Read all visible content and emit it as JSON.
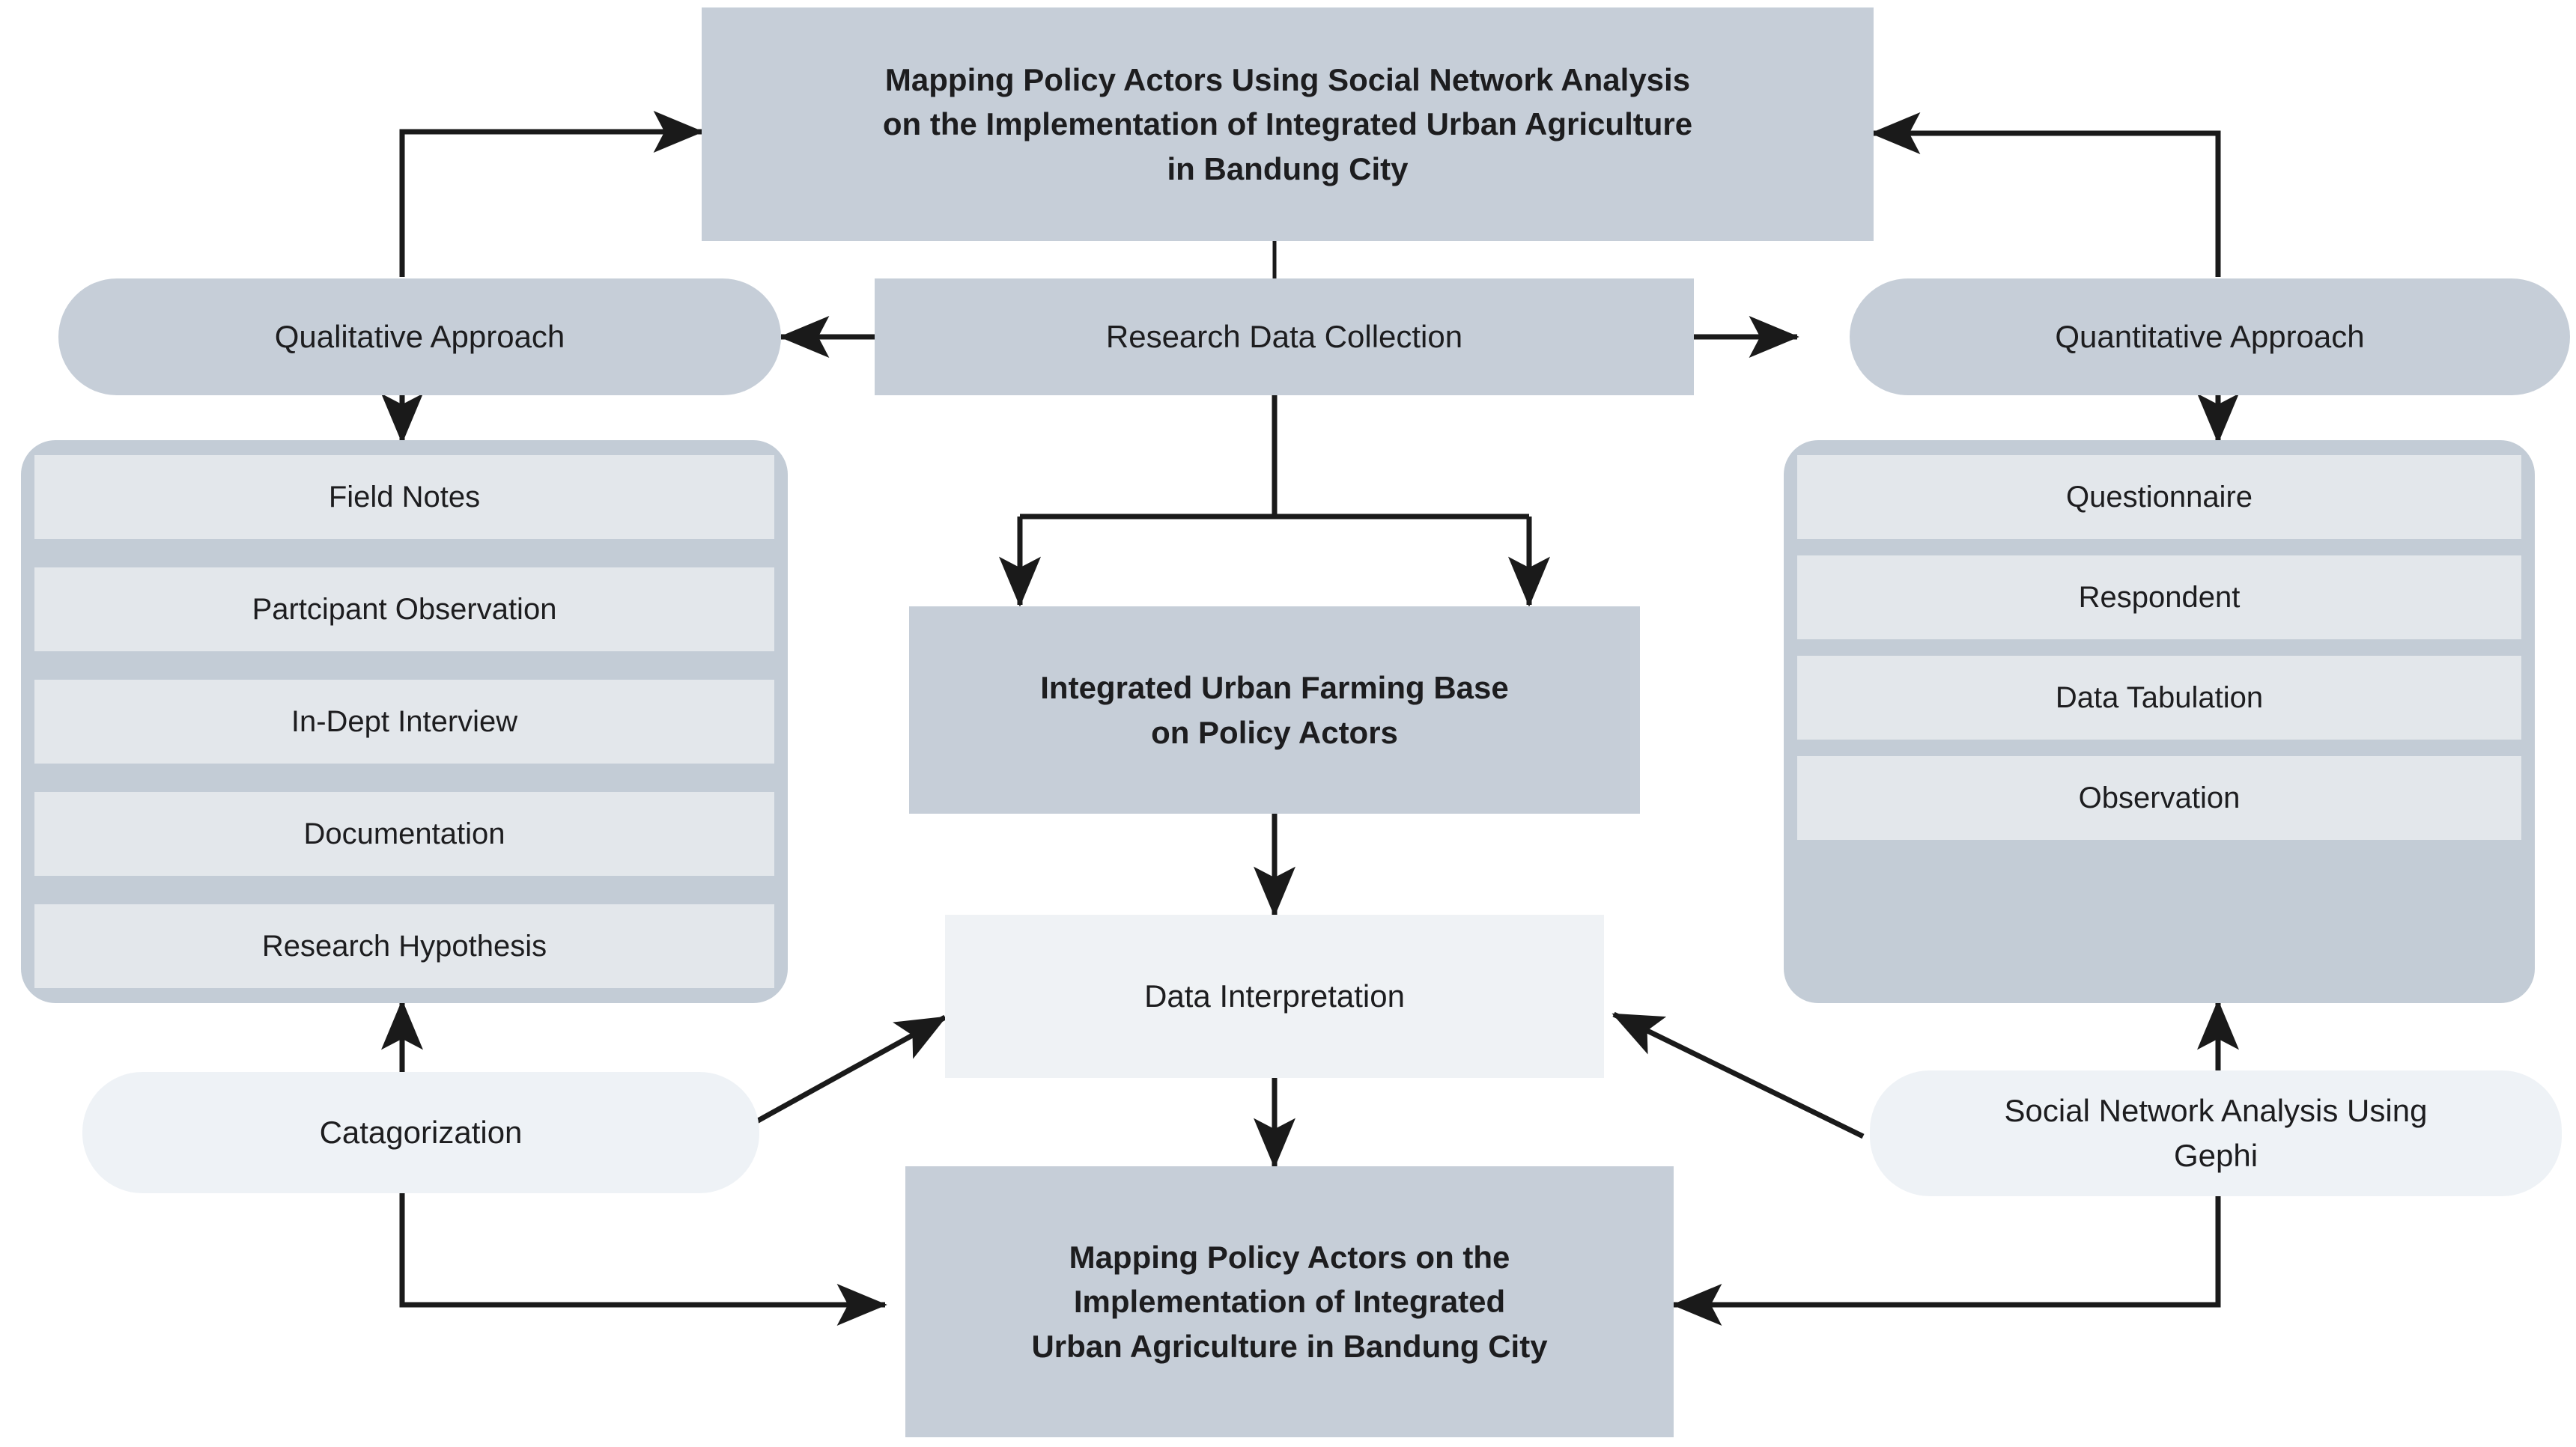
{
  "diagram": {
    "title": "Research Framework Flowchart",
    "colors": {
      "box_mid": "#c6ced8",
      "box_group": "#c3ccd6",
      "box_inner": "#e3e7eb",
      "box_light": "#eff2f5",
      "box_pale": "#eef2f6",
      "arrow": "#1a1a1a",
      "text": "#1d1d1f",
      "background": "#ffffff"
    },
    "nodes": {
      "title_top": "Mapping Policy Actors Using Social Network Analysis on the Implementation of Integrated Urban Agriculture in Bandung City",
      "title_top_lines": [
        "Mapping Policy Actors Using Social Network Analysis",
        "on the Implementation of Integrated Urban Agriculture",
        "in Bandung City"
      ],
      "qualitative_approach": "Qualitative Approach",
      "research_data_collection": "Research Data Collection",
      "quantitative_approach": "Quantitative Approach",
      "qualitative_items": [
        "Field Notes",
        "Partcipant Observation",
        "In-Dept Interview",
        "Documentation",
        "Research Hypothesis"
      ],
      "quantitative_items": [
        "Questionnaire",
        "Respondent",
        "Data Tabulation",
        "Observation"
      ],
      "integrated_urban_farming_lines": [
        "Integrated Urban Farming Base",
        "on Policy Actors"
      ],
      "data_interpretation": "Data Interpretation",
      "catagorization": "Catagorization",
      "social_network_analysis_lines": [
        "Social Network Analysis Using",
        "Gephi"
      ],
      "mapping_bottom_lines": [
        "Mapping Policy Actors on the",
        "Implementation of Integrated",
        "Urban Agriculture in Bandung City"
      ]
    },
    "edges": [
      {
        "from": "qualitative-approach",
        "to": "title-top",
        "style": "elbow-up-right"
      },
      {
        "from": "quantitative-approach",
        "to": "title-top",
        "style": "elbow-up-left"
      },
      {
        "from": "research-data-collection",
        "to": "qualitative-approach",
        "style": "straight-left"
      },
      {
        "from": "research-data-collection",
        "to": "quantitative-approach",
        "style": "straight-right"
      },
      {
        "from": "qualitative-approach",
        "to": "qualitative-group",
        "style": "straight-down"
      },
      {
        "from": "quantitative-approach",
        "to": "quantitative-group",
        "style": "straight-down"
      },
      {
        "from": "research-data-collection",
        "to": "integrated-urban-farming",
        "style": "fork-down-two"
      },
      {
        "from": "integrated-urban-farming",
        "to": "data-interpretation",
        "style": "straight-down"
      },
      {
        "from": "data-interpretation",
        "to": "mapping-bottom",
        "style": "straight-down"
      },
      {
        "from": "catagorization",
        "to": "qualitative-group",
        "style": "straight-up"
      },
      {
        "from": "catagorization",
        "to": "data-interpretation",
        "style": "diagonal-up-right"
      },
      {
        "from": "catagorization",
        "to": "mapping-bottom",
        "style": "elbow-down-right"
      },
      {
        "from": "social-network-analysis",
        "to": "quantitative-group",
        "style": "straight-up"
      },
      {
        "from": "social-network-analysis",
        "to": "data-interpretation",
        "style": "diagonal-up-left"
      },
      {
        "from": "social-network-analysis",
        "to": "mapping-bottom",
        "style": "elbow-down-left"
      }
    ]
  }
}
